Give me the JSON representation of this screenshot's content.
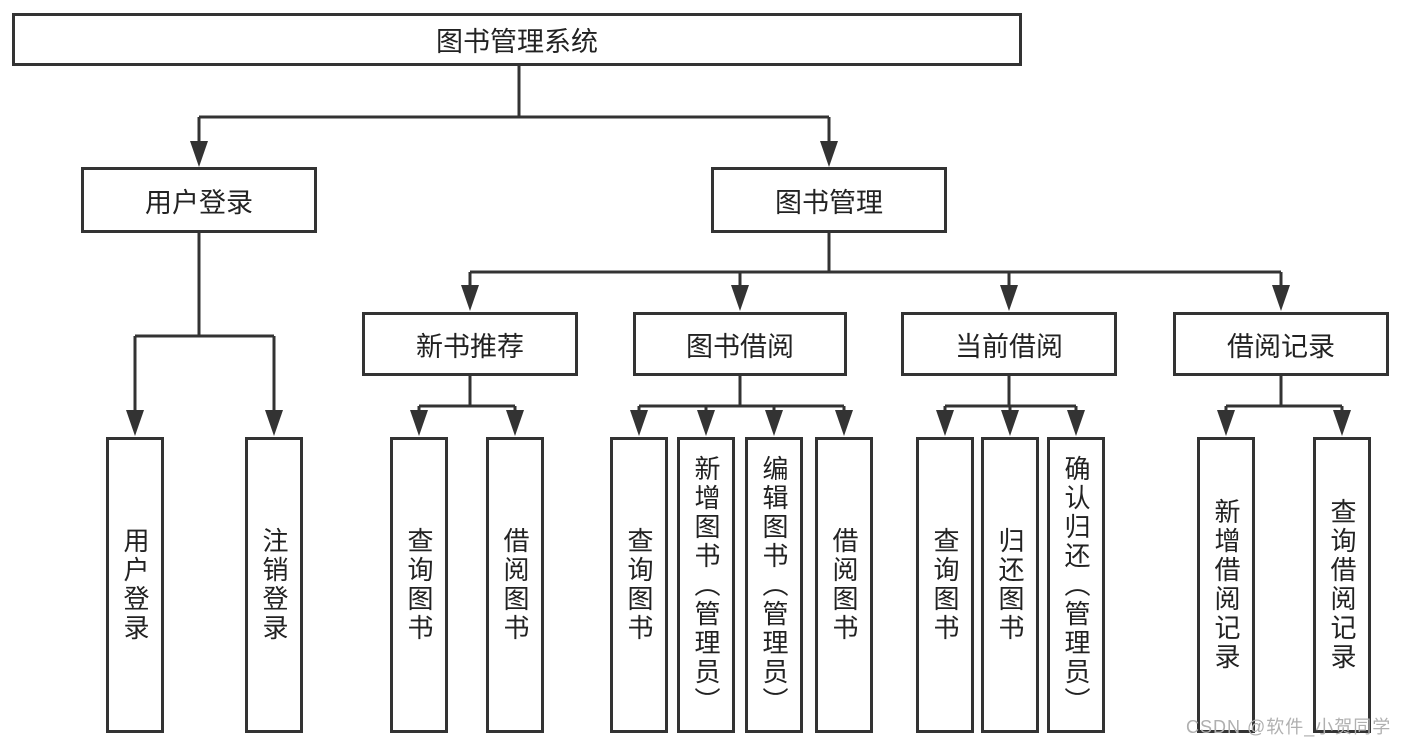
{
  "root": {
    "label": "图书管理系统"
  },
  "branches": [
    {
      "label": "用户登录",
      "children": [
        "用户登录",
        "注销登录"
      ]
    },
    {
      "label": "图书管理",
      "groups": [
        {
          "label": "新书推荐",
          "children": [
            "查询图书",
            "借阅图书"
          ]
        },
        {
          "label": "图书借阅",
          "children": [
            "查询图书",
            "新增图书（管理员）",
            "编辑图书（管理员）",
            "借阅图书"
          ]
        },
        {
          "label": "当前借阅",
          "children": [
            "查询图书",
            "归还图书",
            "确认归还（管理员）"
          ]
        },
        {
          "label": "借阅记录",
          "children": [
            "新增借阅记录",
            "查询借阅记录"
          ]
        }
      ]
    }
  ],
  "watermark": "CSDN @软件_小贺同学",
  "colors": {
    "line": "#333333",
    "text": "#222222",
    "background": "#ffffff",
    "watermark": "#b0b0b0"
  }
}
